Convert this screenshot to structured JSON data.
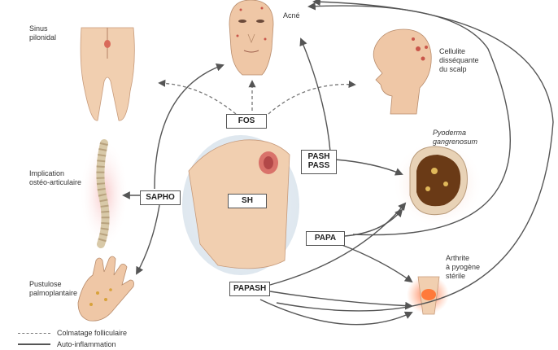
{
  "labels": {
    "sinus": "Sinus\npilonidal",
    "acne": "Acné",
    "cellulite": "Cellulite\ndisséquante\ndu scalp",
    "pyoderma": "Pyoderma\ngangrenosum",
    "implication": "Implication\nostéo-articulaire",
    "pustulose": "Pustulose\npalmoplantaire",
    "arthrite": "Arthrite\nà pyogène\nstérile"
  },
  "boxes": {
    "fos": "FOS",
    "sh": "SH",
    "sapho": "SAPHO",
    "pash": "PASH\nPASS",
    "papa": "PAPA",
    "papash": "PAPASH"
  },
  "legend": {
    "dashed": "Colmatage folliculaire",
    "solid": "Auto-inflammation"
  }
}
